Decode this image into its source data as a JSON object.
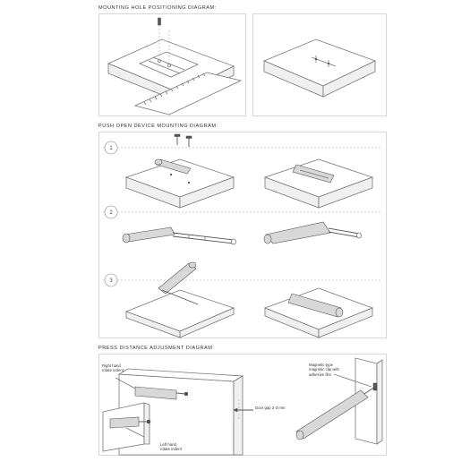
{
  "sections": {
    "mounting": {
      "title": "MOUNTING HOLE POSITIONING DIAGRAM:"
    },
    "push_open": {
      "title": "PUSH OPEN DEVICE MOUNTING DIAGRAM:"
    },
    "press_distance": {
      "title": "PRESS DISTANCE ADJUSMENT DIAGRAM:"
    }
  },
  "steps": [
    "1",
    "2",
    "3"
  ],
  "callouts": {
    "right_hand": "Right hand\nrotate indent",
    "left_hand": "Left hand\nrotate indent",
    "door_gap": "Door gap 2-3 mm",
    "magnetic_clip": "Magnetic-type\nmagnetic clip with\nadhesive film"
  },
  "colors": {
    "line": "#777777",
    "frame": "#d7d7d7",
    "text": "#333333"
  }
}
